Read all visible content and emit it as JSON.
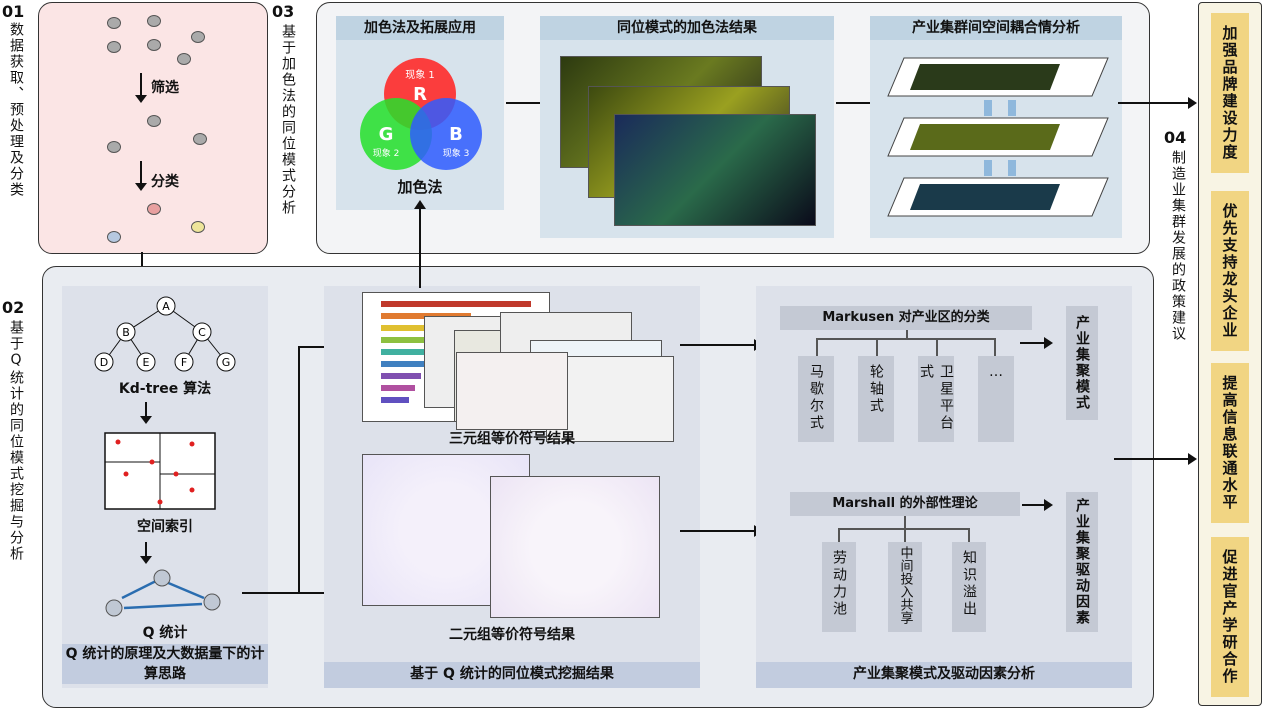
{
  "section1": {
    "num": "01",
    "title": "数据获取、预处理及分类",
    "step_filter": "筛选",
    "step_classify": "分类"
  },
  "section2": {
    "num": "02",
    "title": "基于Q统计的同位模式挖掘与分析",
    "panel_left": {
      "title": "Q 统计的原理及大数据量下的计算思路",
      "kdtree_label": "Kd-tree 算法",
      "index_label": "空间索引",
      "q_label": "Q 统计",
      "nodes": [
        "A",
        "B",
        "C",
        "D",
        "E",
        "F",
        "G"
      ]
    },
    "panel_mid": {
      "title": "基于 Q 统计的同位模式挖掘结果",
      "triple_label": "三元组等价符号结果",
      "pair_label": "二元组等价符号结果"
    },
    "panel_right": {
      "title": "产业集聚模式及驱动因素分析",
      "markusen": "Markusen 对产业区的分类",
      "markusen_items": [
        "马歇尔式",
        "轮轴式",
        "卫星平台式",
        "…"
      ],
      "mode_box": "产业集聚模式",
      "marshall": "Marshall 的外部性理论",
      "marshall_items": [
        "劳动力池",
        "中间投入共享",
        "知识溢出"
      ],
      "driver_box": "产业集聚驱动因素"
    }
  },
  "section3": {
    "num": "03",
    "title": "基于加色法的同位模式分析",
    "panel1": {
      "title": "加色法及拓展应用",
      "label": "加色法",
      "r_letter": "R",
      "g_letter": "G",
      "b_letter": "B",
      "r_text": "现象 1",
      "g_text": "现象 2",
      "b_text": "现象 3"
    },
    "panel2": {
      "title": "同位模式的加色法结果"
    },
    "panel3": {
      "title": "产业集群间空间耦合情分析"
    }
  },
  "section4": {
    "num": "04",
    "title": "制造业集群发展的政策建议",
    "policies": [
      "加强品牌建设力度",
      "优先支持龙头企业",
      "提高信息联通水平",
      "促进官产学研合作"
    ]
  },
  "colors": {
    "pink": "#fbe5e5",
    "panel": "#dde1ea",
    "title": "#c2ccdf",
    "policy": "#f1d583"
  }
}
